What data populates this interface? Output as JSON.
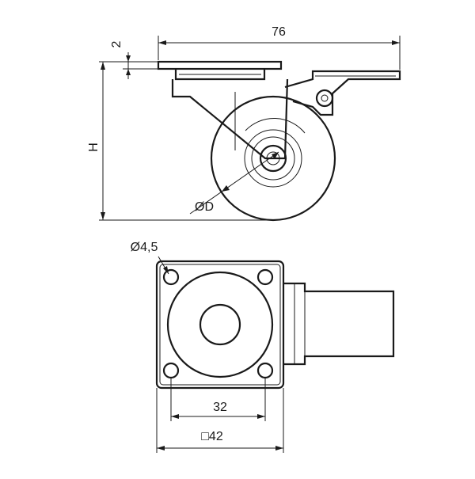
{
  "dimensions": {
    "overall_length": "76",
    "plate_thickness": "2",
    "height": "H",
    "wheel_diameter": "ØD",
    "hole_diameter": "Ø4,5",
    "hole_spacing": "32",
    "plate_size": "□42"
  },
  "colors": {
    "line": "#1a1a1a",
    "background": "#ffffff"
  }
}
